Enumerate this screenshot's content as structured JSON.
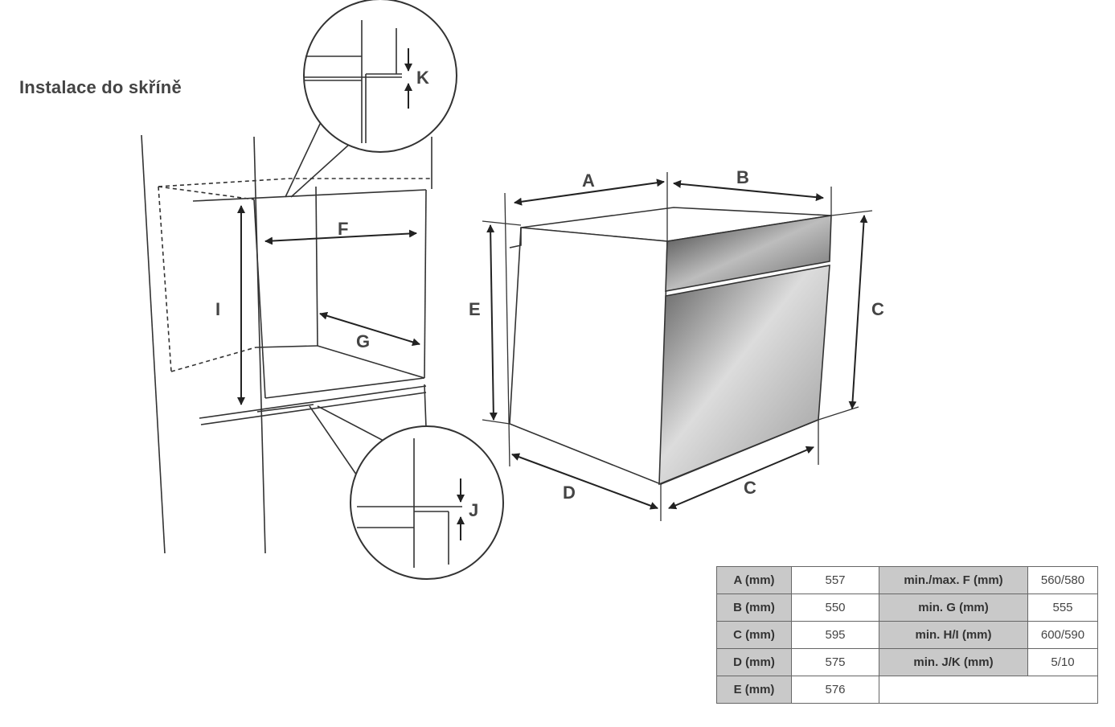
{
  "title": "Instalace do skříně",
  "labels": {
    "A": "A",
    "B": "B",
    "C_height": "C",
    "C_depth": "C",
    "D": "D",
    "E": "E",
    "F": "F",
    "G": "G",
    "I": "I",
    "J": "J",
    "K": "K"
  },
  "table": {
    "rows": [
      {
        "key1": "A (mm)",
        "val1": "557",
        "key2": "min./max. F (mm)",
        "val2": "560/580"
      },
      {
        "key1": "B (mm)",
        "val1": "550",
        "key2": "min. G (mm)",
        "val2": "555"
      },
      {
        "key1": "C (mm)",
        "val1": "595",
        "key2": "min. H/I (mm)",
        "val2": "600/590"
      },
      {
        "key1": "D (mm)",
        "val1": "575",
        "key2": "min. J/K (mm)",
        "val2": "5/10"
      },
      {
        "key1": "E (mm)",
        "val1": "576"
      }
    ]
  },
  "colors": {
    "line": "#333333",
    "header_cell": "#c9c9c9",
    "oven_dark": "#777777"
  }
}
